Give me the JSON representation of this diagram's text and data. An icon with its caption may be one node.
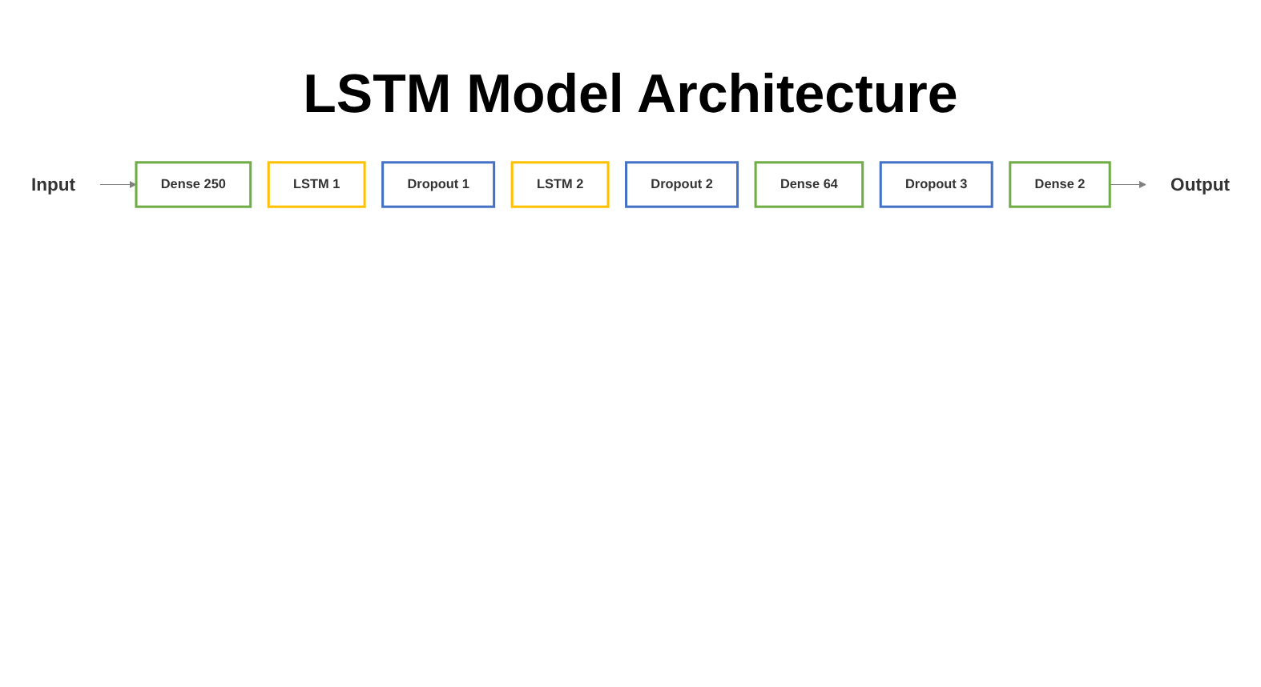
{
  "diagram": {
    "title": "LSTM Model Architecture",
    "nodes": [
      {
        "text": [
          "Input"
        ]
      },
      {
        "text": [
          "Dense 250"
        ]
      },
      {
        "text": [
          "LSTM 1"
        ]
      },
      {
        "text": [
          "Dropout 1"
        ]
      },
      {
        "text": [
          "LSTM 2"
        ]
      },
      {
        "text": [
          "Dropout 2"
        ]
      },
      {
        "text": [
          "Dense 64"
        ]
      },
      {
        "text": [
          "Dropout 3"
        ]
      },
      {
        "text": [
          "Dense 2"
        ]
      },
      {
        "text": [
          "Output"
        ]
      }
    ],
    "edges": [
      {
        "from": 0,
        "to": 1,
        "arrow": "to"
      },
      {
        "from": 8,
        "to": 9,
        "arrow": "to"
      }
    ]
  }
}
